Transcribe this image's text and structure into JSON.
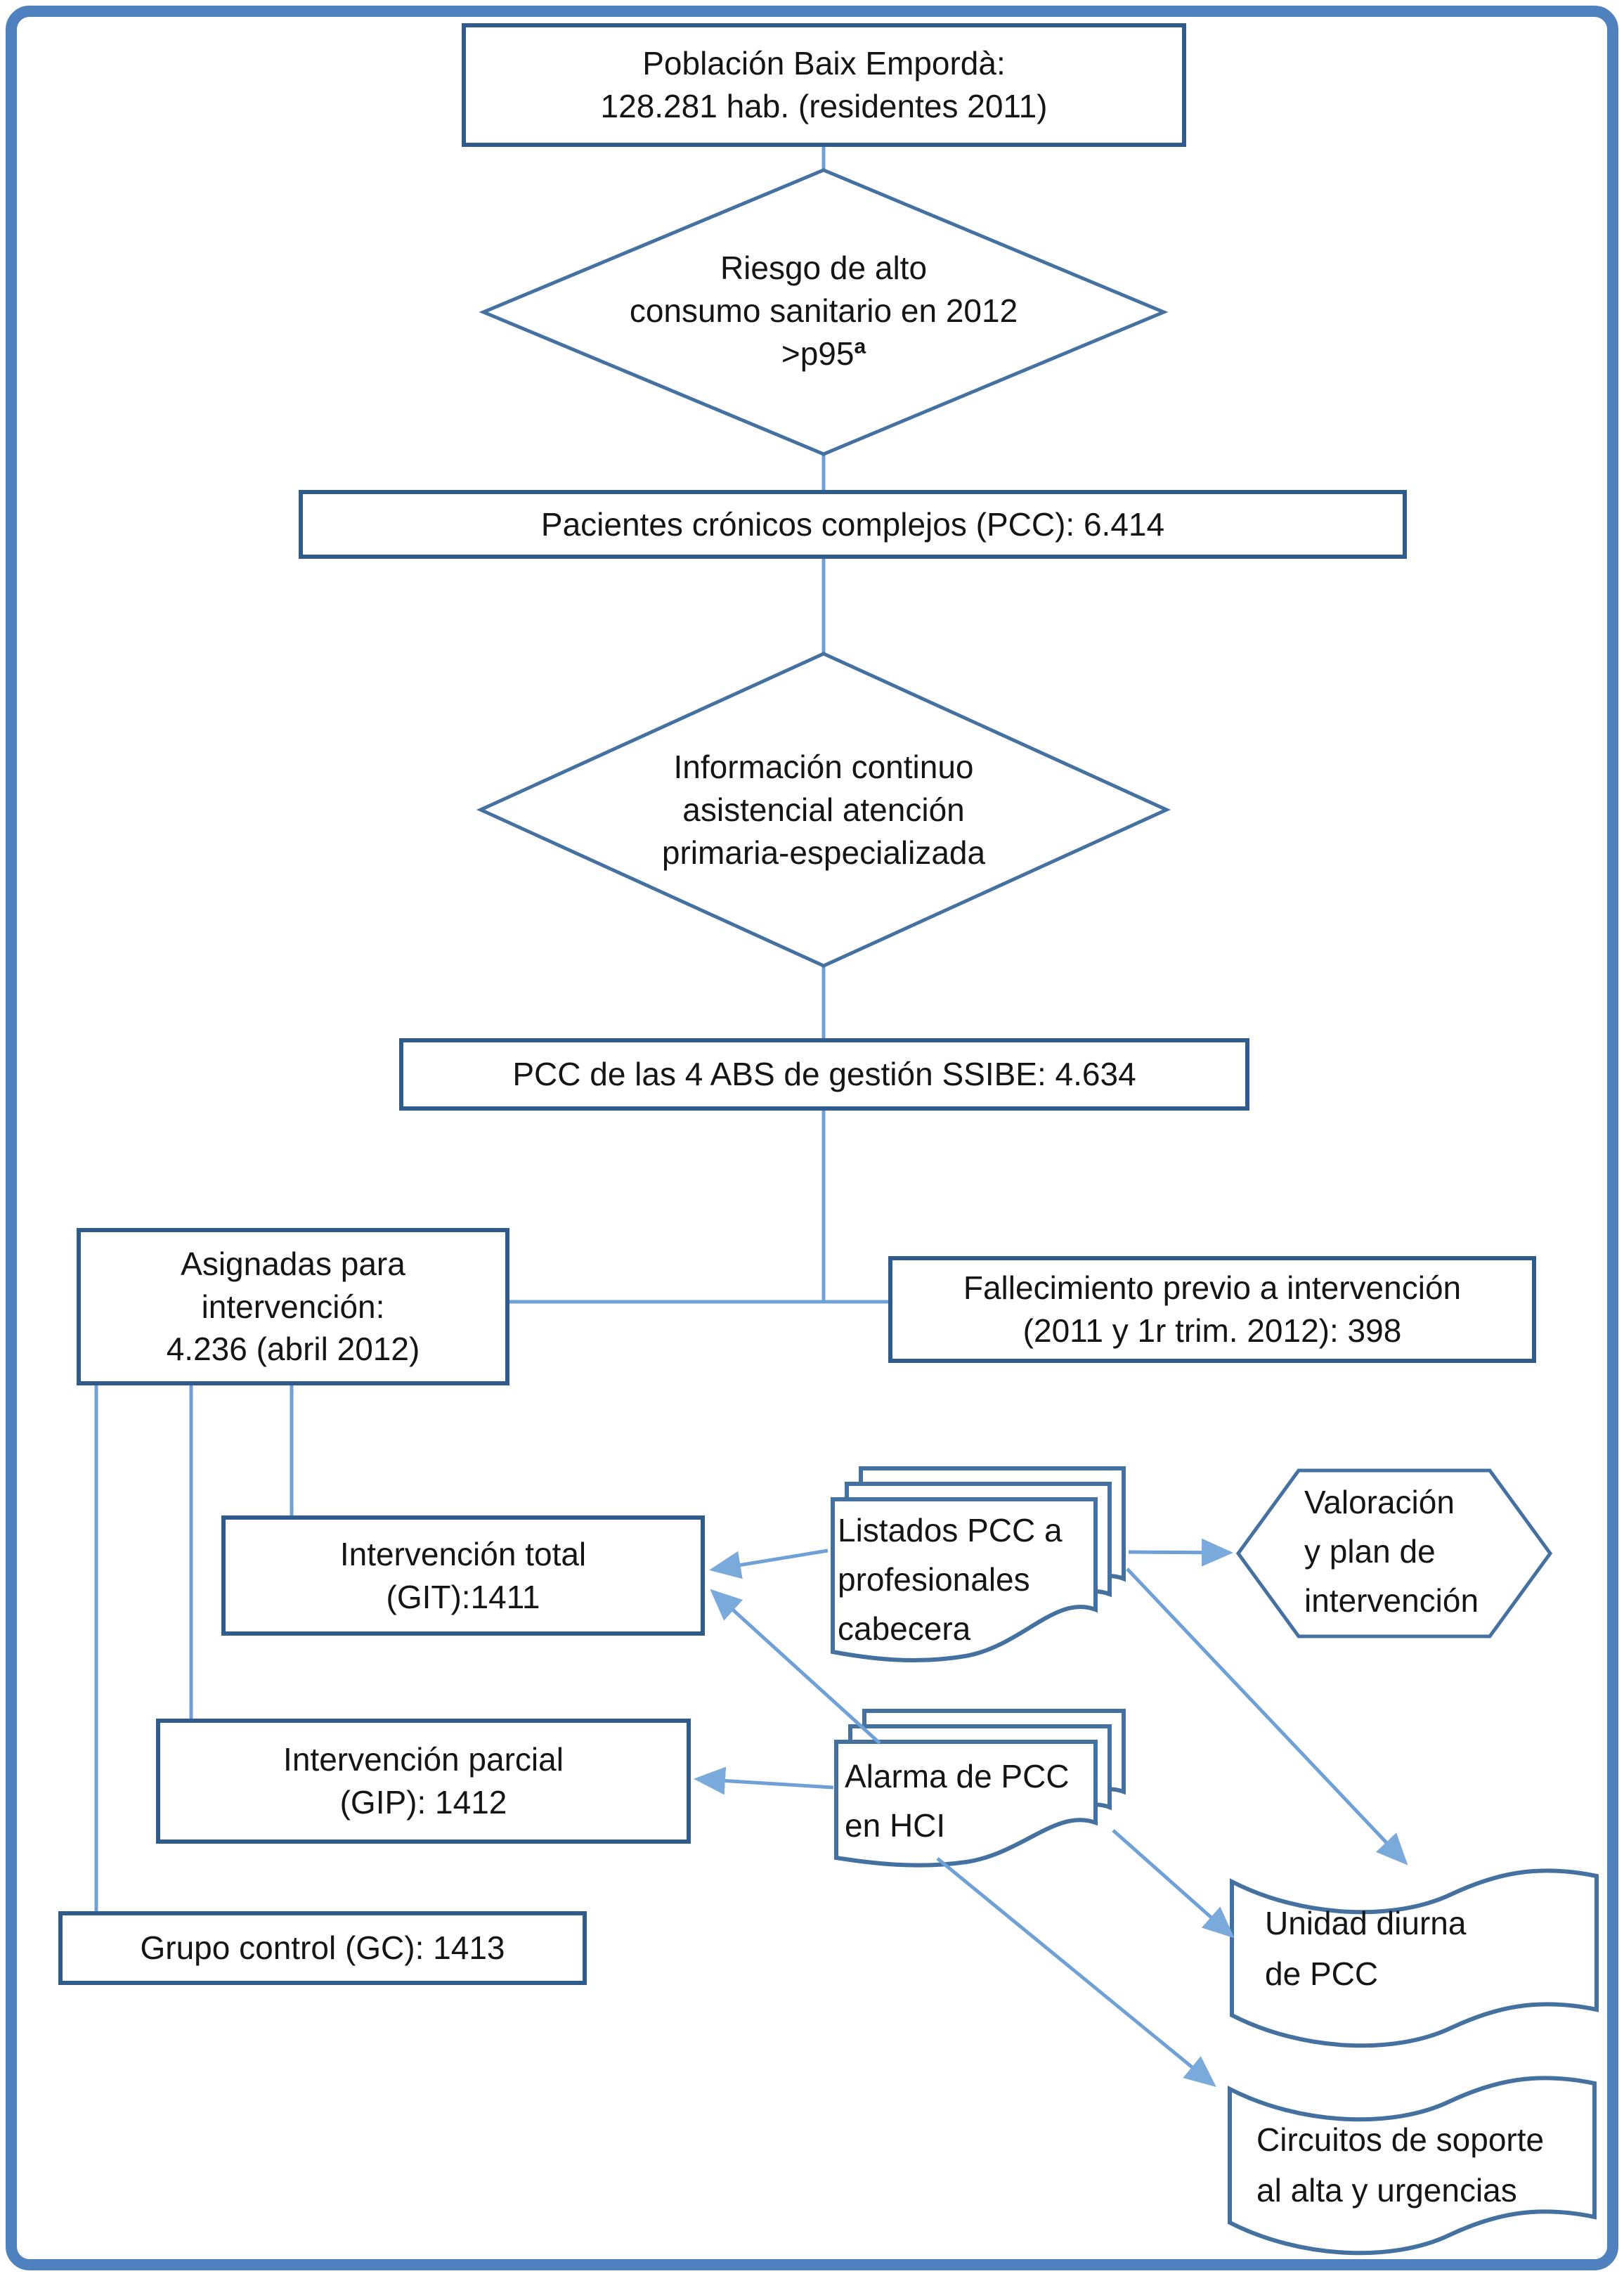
{
  "colors": {
    "frame": "#4e81bd",
    "box-border": "#2f5c8d",
    "shape-border": "#44719f",
    "connector": "#6fa0d6",
    "arrowhead": "#7aa9dc",
    "text": "#151515",
    "bg": "#ffffff"
  },
  "nodes": {
    "poblacion": {
      "line1": "Población Baix Empordà:",
      "line2": "128.281 hab. (residentes 2011)"
    },
    "riesgo": {
      "line1": "Riesgo de alto",
      "line2": "consumo sanitario en 2012",
      "line3": ">p95",
      "superscript": "a"
    },
    "pcc": {
      "label": "Pacientes crónicos complejos (PCC): 6.414"
    },
    "informacion": {
      "line1": "Información continuo",
      "line2": "asistencial atención",
      "line3": "primaria-especializada"
    },
    "pcc_abs": {
      "label": "PCC de las 4 ABS de gestión SSIBE: 4.634"
    },
    "asignadas": {
      "line1": "Asignadas para",
      "line2": "intervención:",
      "line3": "4.236 (abril 2012)"
    },
    "fallecimiento": {
      "line1": "Fallecimiento previo a intervención",
      "line2": "(2011 y 1r trim. 2012): 398"
    },
    "git": {
      "line1": "Intervención total",
      "line2": "(GIT):1411"
    },
    "gip": {
      "line1": "Intervención parcial",
      "line2": "(GIP): 1412"
    },
    "gc": {
      "label": "Grupo control (GC): 1413"
    },
    "listados": {
      "line1": "Listados PCC a",
      "line2": "profesionales",
      "line3": "cabecera"
    },
    "alarma": {
      "line1": "Alarma de PCC",
      "line2": "en HCI"
    },
    "valoracion": {
      "line1": "Valoración",
      "line2": "y plan de",
      "line3": "intervención"
    },
    "unidad": {
      "line1": "Unidad diurna",
      "line2": "de PCC"
    },
    "circuitos": {
      "line1": "Circuitos de soporte",
      "line2": "al alta y urgencias"
    }
  }
}
